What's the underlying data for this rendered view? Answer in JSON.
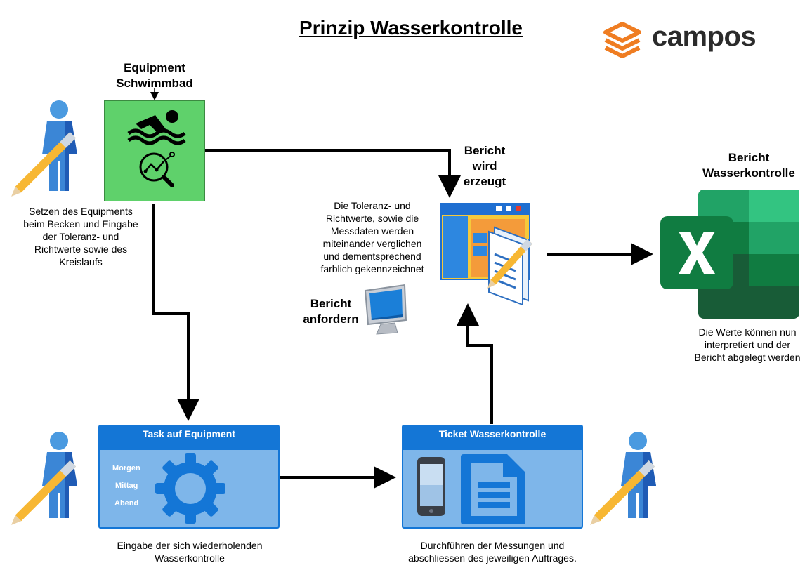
{
  "title": "Prinzip Wasserkontrolle",
  "logo": {
    "text": "campos"
  },
  "equipment": {
    "label_line1": "Equipment",
    "label_line2": "Schwimmbad",
    "note_lines": [
      "Setzen des Equipments",
      "beim Becken und Eingabe",
      "der Toleranz- und",
      "Richtwerte sowie des",
      "Kreislaufs"
    ]
  },
  "report_generated": {
    "label_lines": [
      "Bericht",
      "wird",
      "erzeugt"
    ],
    "note_lines": [
      "Die Toleranz- und",
      "Richtwerte, sowie die",
      "Messdaten werden",
      "miteinander verglichen",
      "und dementsprechend",
      "farblich gekennzeichnet"
    ]
  },
  "report_request": {
    "label_lines": [
      "Bericht",
      "anfordern"
    ]
  },
  "water_report": {
    "label_lines": [
      "Bericht",
      "Wasserkontrolle"
    ],
    "note_lines": [
      "Die Werte können nun",
      "interpretiert und der",
      "Bericht abgelegt werden"
    ]
  },
  "task": {
    "header": "Task auf Equipment",
    "items": [
      "Morgen",
      "Mittag",
      "Abend"
    ],
    "note_lines": [
      "Eingabe der sich wiederholenden",
      "Wasserkontrolle"
    ]
  },
  "ticket": {
    "header": "Ticket Wasserkontrolle",
    "note_lines": [
      "Durchführen der Messungen und",
      "abschliessen des jeweiligen Auftrages."
    ]
  },
  "colors": {
    "green_box": "#5fd16b",
    "panel_fill": "#7eb6ea",
    "panel_border": "#1476d6",
    "excel_green": "#107c41",
    "logo_orange": "#ef7d22"
  }
}
